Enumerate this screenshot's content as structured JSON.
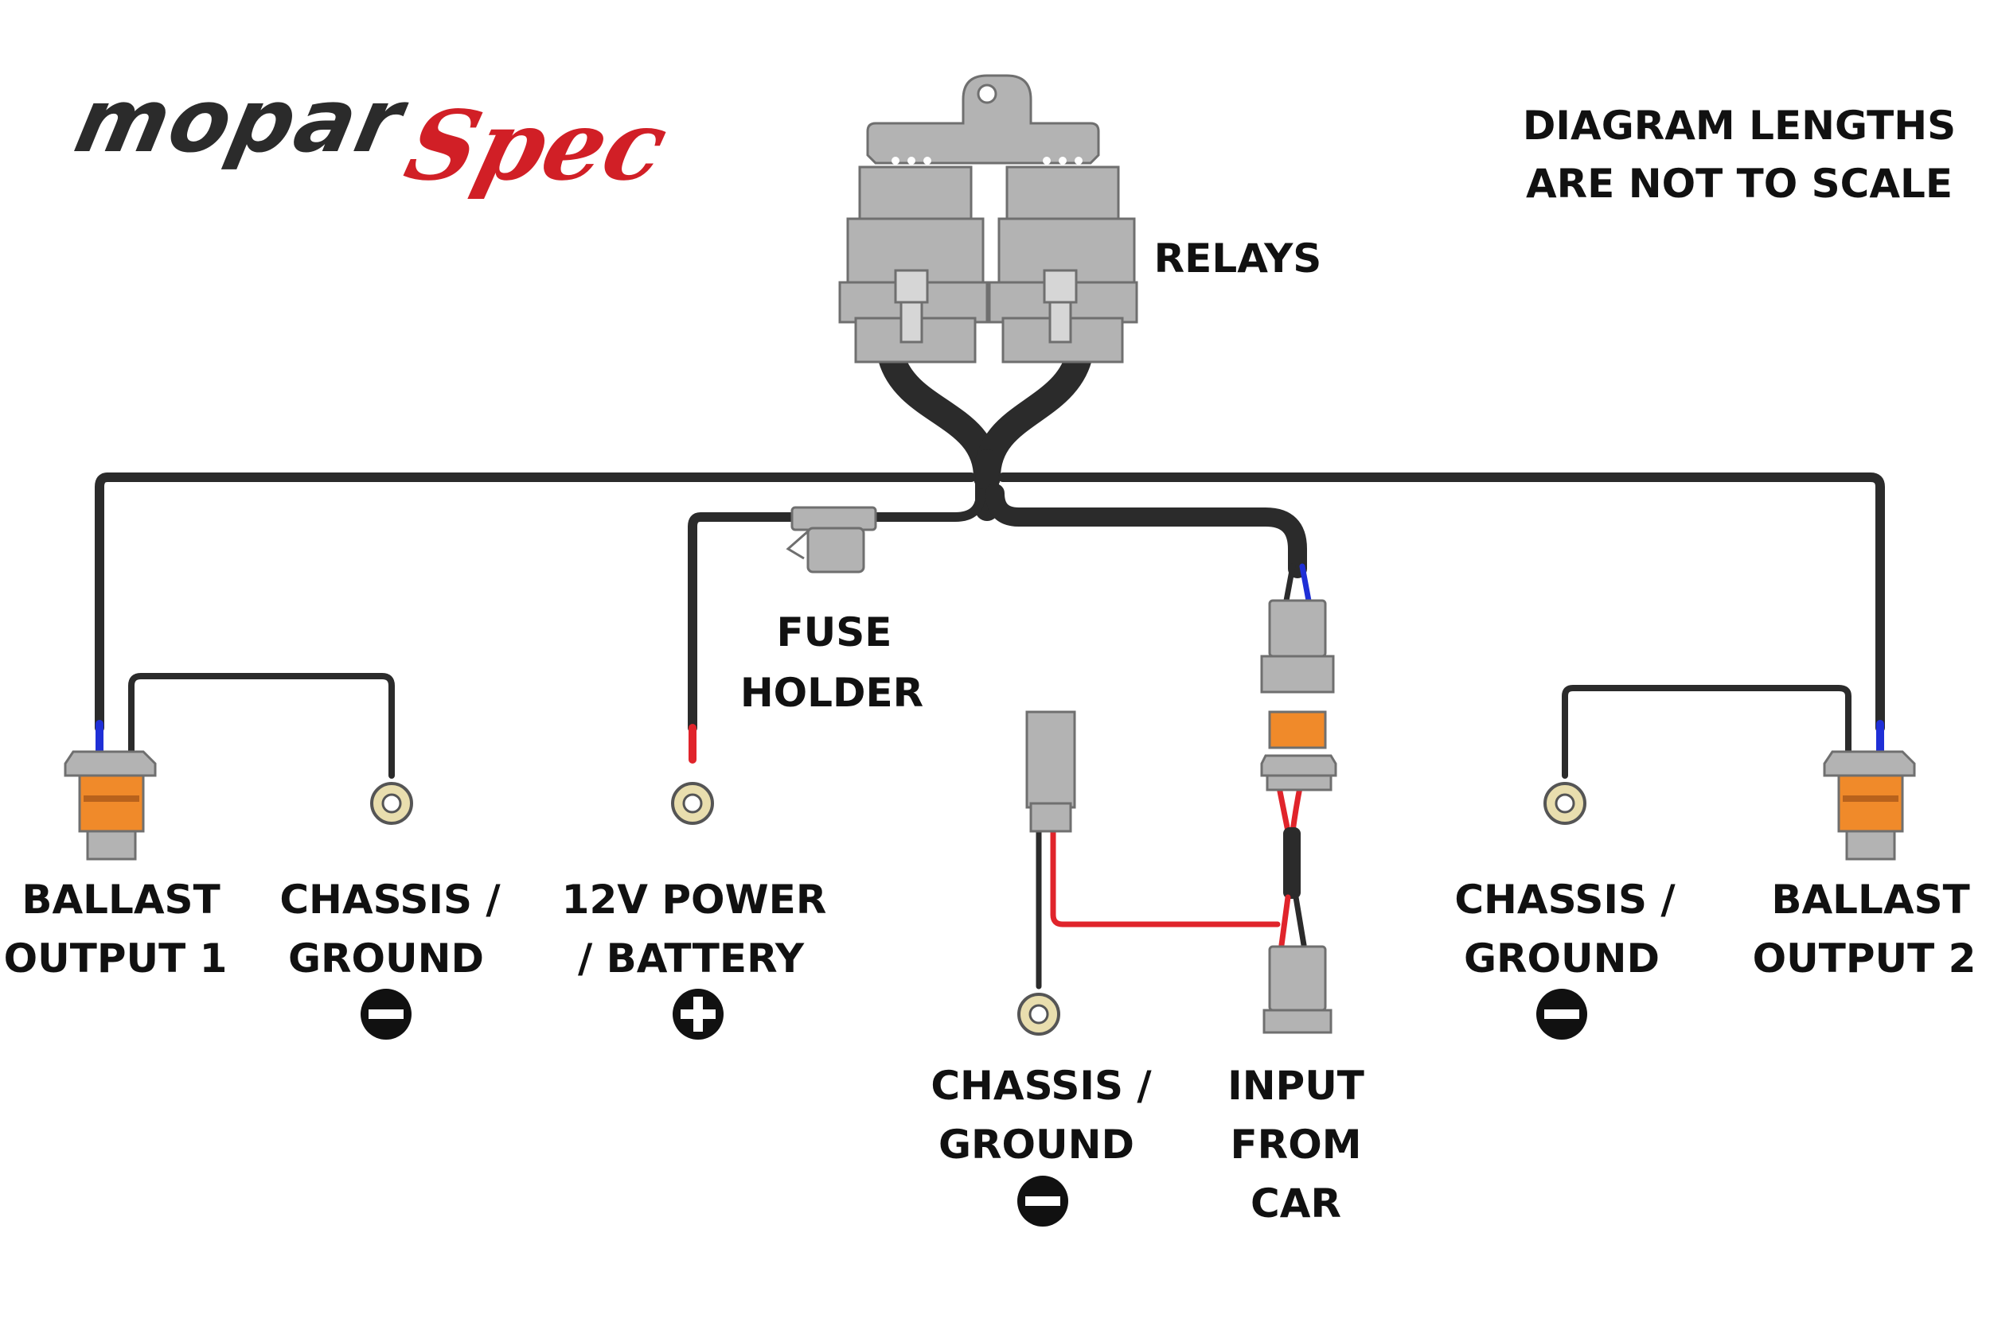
{
  "logo": {
    "part1": "mopar",
    "part2": "Spec"
  },
  "note": {
    "line1": "DIAGRAM LENGTHS",
    "line2": "ARE NOT TO SCALE"
  },
  "labels": {
    "relays": "RELAYS",
    "fuse_line1": "FUSE",
    "fuse_line2": "HOLDER",
    "ballast1_line1": "BALLAST",
    "ballast1_line2": "OUTPUT 1",
    "chassis1_line1": "CHASSIS /",
    "chassis1_line2": "GROUND",
    "power_line1": "12V POWER",
    "power_line2": "/ BATTERY",
    "chassis_mid_line1": "CHASSIS /",
    "chassis_mid_line2": "GROUND",
    "input_line1": "INPUT",
    "input_line2": "FROM",
    "input_line3": "CAR",
    "chassis2_line1": "CHASSIS /",
    "chassis2_line2": "GROUND",
    "ballast2_line1": "BALLAST",
    "ballast2_line2": "OUTPUT 2"
  },
  "colors": {
    "wire_black": "#2b2b2b",
    "wire_red": "#e0242b",
    "wire_blue": "#1f2fd6",
    "connector_gray": "#b3b3b3",
    "connector_orange": "#f08a2a",
    "ring_terminal": "#e9deae",
    "logo_red": "#d11f26"
  }
}
